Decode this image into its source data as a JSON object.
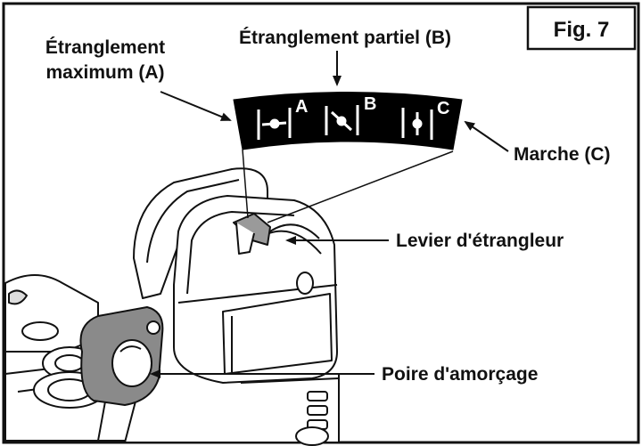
{
  "figure": {
    "number_label": "Fig. 7"
  },
  "labels": {
    "choke_full_line1": "Étranglement",
    "choke_full_line2": "maximum (A)",
    "choke_partial": "Étranglement partiel (B)",
    "run": "Marche (C)",
    "choke_lever": "Levier d'étrangleur",
    "primer_bulb": "Poire d'amorçage"
  },
  "decal": {
    "position_a": "A",
    "position_b": "B",
    "position_c": "C"
  },
  "colors": {
    "ink": "#111111",
    "decal_background": "#000000",
    "bulb_collar": "#8a8a8a",
    "paper": "#ffffff"
  }
}
